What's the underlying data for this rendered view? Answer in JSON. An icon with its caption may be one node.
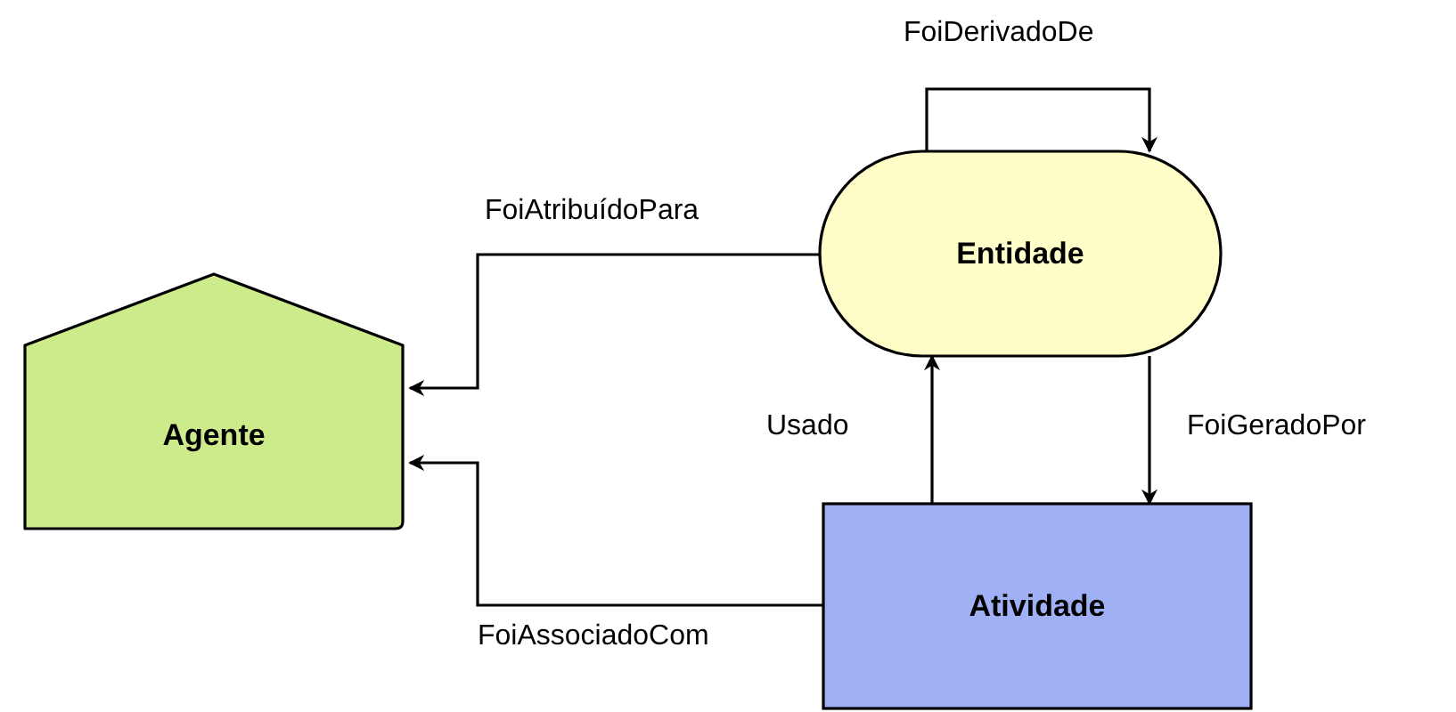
{
  "diagram": {
    "nodes": [
      {
        "text": [
          "Entidade"
        ]
      },
      {
        "text": [
          "Agente"
        ]
      },
      {
        "text": [
          "Atividade"
        ]
      }
    ],
    "edges": [
      {
        "from": 0,
        "to": 0,
        "arrow": "to",
        "label": "FoiDerivadoDe"
      },
      {
        "from": 0,
        "to": 1,
        "arrow": "to",
        "label": "FoiAtribuídoPara"
      },
      {
        "from": 2,
        "to": 0,
        "arrow": "to",
        "label": "Usado"
      },
      {
        "from": 0,
        "to": 2,
        "arrow": "to",
        "label": "FoiGeradoPor"
      },
      {
        "from": 2,
        "to": 1,
        "arrow": "to",
        "label": "FoiAssociadoCom"
      }
    ]
  }
}
